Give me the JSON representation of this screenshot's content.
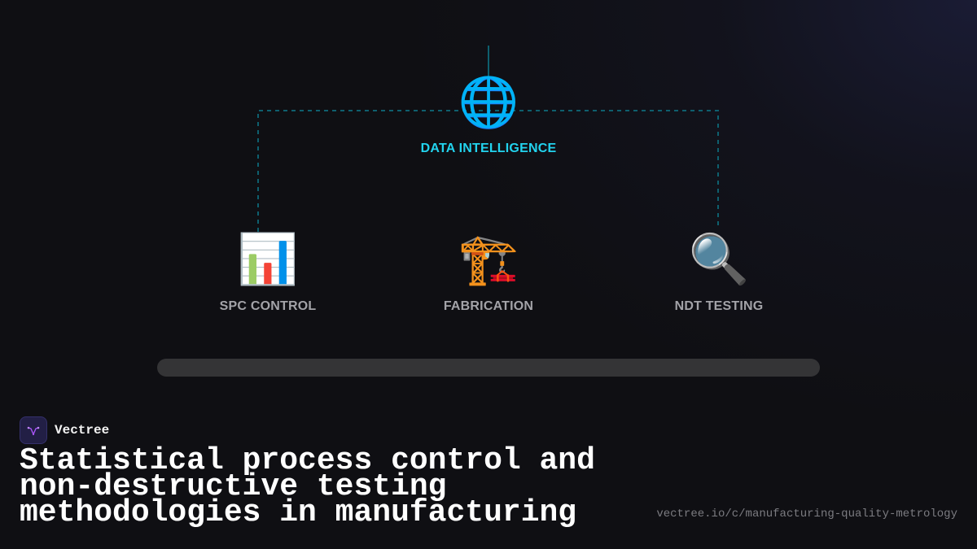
{
  "diagram": {
    "hub": {
      "icon": "globe-icon",
      "emoji": "🌐",
      "label": "DATA INTELLIGENCE"
    },
    "nodes": [
      {
        "icon": "bar-chart-icon",
        "emoji": "📊",
        "label": "SPC CONTROL"
      },
      {
        "icon": "construction-crane-icon",
        "emoji": "🏗️",
        "label": "FABRICATION"
      },
      {
        "icon": "magnifying-glass-icon",
        "emoji": "🔍",
        "label": "NDT TESTING"
      }
    ],
    "colors": {
      "connector": "#0e5f6e",
      "hub_label": "#22d3ee",
      "node_label": "#a3a3a8",
      "track": "#343436"
    }
  },
  "branding": {
    "name": "Vectree",
    "logo_icon": "vectree-logo-icon",
    "accent": "#a855f7"
  },
  "headline": "Statistical process control and non-destructive testing methodologies in manufacturing",
  "url": "vectree.io/c/manufacturing-quality-metrology"
}
